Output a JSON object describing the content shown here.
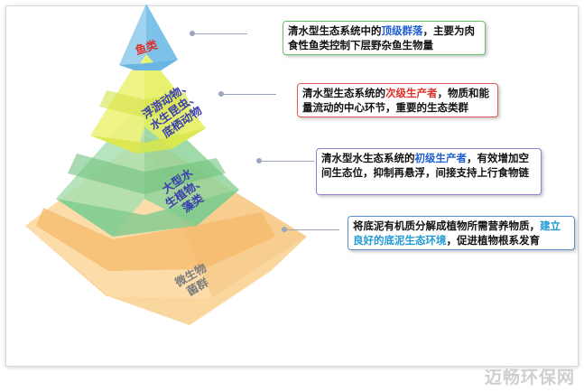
{
  "layers": [
    {
      "label": "鱼类",
      "color": "#e0302a"
    },
    {
      "label": "浮游动物、\n水生昆虫、\n底栖动物",
      "color": "#3b3fae"
    },
    {
      "label": "大型水\n生植物、\n藻类",
      "color": "#3b3fae"
    },
    {
      "label": "微生物\n菌群",
      "color": "#7d7d7d"
    }
  ],
  "callouts": [
    {
      "border": "#6cc06c",
      "highlight_color": "#1f5fd4",
      "before": "清水型生态系统中的",
      "highlight": "顶级群落",
      "after": "，主要为肉食性鱼类控制下层野杂鱼生物量"
    },
    {
      "border": "#e05a5a",
      "highlight_color": "#e0302a",
      "before": "清水型生态系统的",
      "highlight": "次级生产者",
      "after": "，物质和能量流动的中心环节，重要的生态类群"
    },
    {
      "border": "#9a7fcf",
      "highlight_color": "#1f5fd4",
      "before": "清水型水生态系统的",
      "highlight": "初级生产者",
      "after": "，有效增加空间生态位，抑制再悬浮，间接支持上行食物链"
    },
    {
      "border": "#5b8fd0",
      "highlight_color": "#1f9ad6",
      "before": "将底泥有机质分解成植物所需营养物质，",
      "highlight": "建立良好的底泥生态环境",
      "after": "，促进植物根系发育"
    }
  ],
  "watermark": "迈畅环保网"
}
